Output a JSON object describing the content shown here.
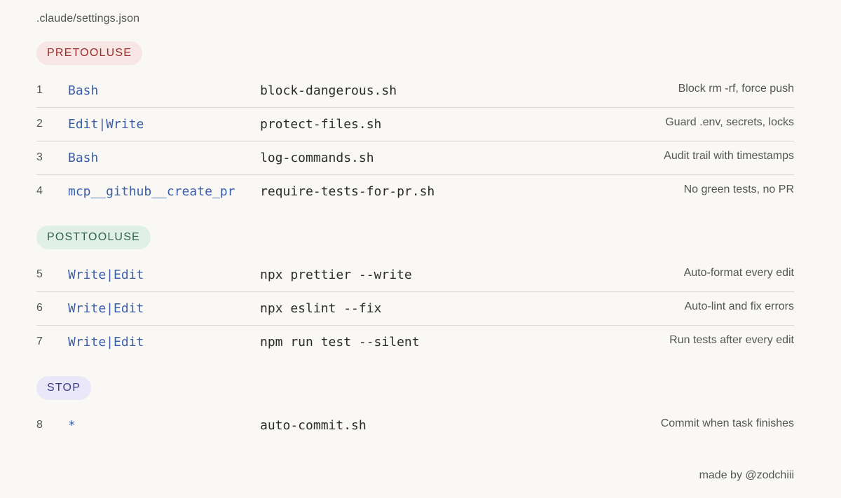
{
  "file_path": ".claude/settings.json",
  "sections": [
    {
      "badge": "PRETOOLUSE",
      "rows": [
        {
          "num": "1",
          "matcher": "Bash",
          "command": "block-dangerous.sh",
          "desc": "Block rm -rf, force push"
        },
        {
          "num": "2",
          "matcher": "Edit|Write",
          "command": "protect-files.sh",
          "desc": "Guard .env, secrets, locks"
        },
        {
          "num": "3",
          "matcher": "Bash",
          "command": "log-commands.sh",
          "desc": "Audit trail with timestamps"
        },
        {
          "num": "4",
          "matcher": "mcp__github__create_pr",
          "command": "require-tests-for-pr.sh",
          "desc": "No green tests, no PR"
        }
      ]
    },
    {
      "badge": "POSTTOOLUSE",
      "rows": [
        {
          "num": "5",
          "matcher": "Write|Edit",
          "command": "npx prettier --write",
          "desc": "Auto-format every edit"
        },
        {
          "num": "6",
          "matcher": "Write|Edit",
          "command": "npx eslint --fix",
          "desc": "Auto-lint and fix errors"
        },
        {
          "num": "7",
          "matcher": "Write|Edit",
          "command": "npm run test --silent",
          "desc": "Run tests after every edit"
        }
      ]
    },
    {
      "badge": "STOP",
      "rows": [
        {
          "num": "8",
          "matcher": "*",
          "command": "auto-commit.sh",
          "desc": "Commit when task finishes"
        }
      ]
    }
  ],
  "credit": "made by @zodchiii",
  "colors": {
    "background": "#f9f8f5",
    "matcher": "#3b5ea8",
    "pretooluse_badge_bg": "#f7e6e4",
    "pretooluse_badge_text": "#9a2e2a",
    "posttooluse_badge_bg": "#e0f0e8",
    "posttooluse_badge_text": "#2f6249",
    "stop_badge_bg": "#e9e7f8",
    "stop_badge_text": "#3d3a8f"
  }
}
